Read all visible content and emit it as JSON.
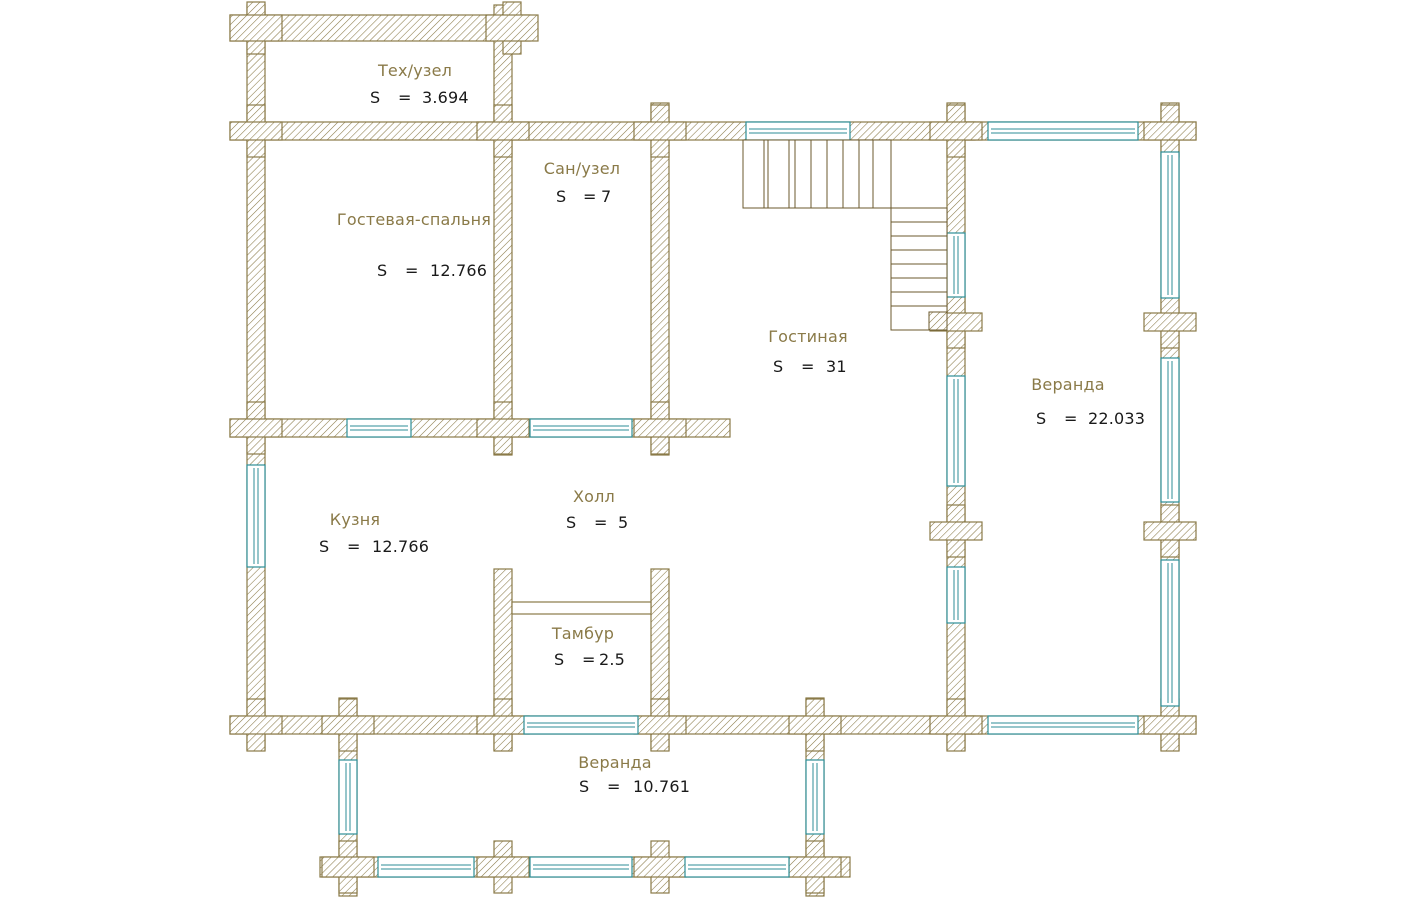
{
  "colors": {
    "wall_stroke": "#8a7a48",
    "wall_hatch": "#8a7a48",
    "wall_fill": "#ffffff",
    "window": "#2d8e97",
    "room_text": "#8a7a48",
    "area_text": "#1a1a1a",
    "stair": "#6b5a2c"
  },
  "area_prefix": "S",
  "area_equals": "=",
  "rooms": [
    {
      "key": "tech",
      "name": "Тех/узел",
      "area": "3.694"
    },
    {
      "key": "bath",
      "name": "Сан/узел",
      "area": "7"
    },
    {
      "key": "guest",
      "name": "Гостевая-спальня",
      "area": "12.766"
    },
    {
      "key": "living",
      "name": "Гостиная",
      "area": "31"
    },
    {
      "key": "veranda_right",
      "name": "Веранда",
      "area": "22.033"
    },
    {
      "key": "forge",
      "name": "Кузня",
      "area": "12.766"
    },
    {
      "key": "hall",
      "name": "Холл",
      "area": "5"
    },
    {
      "key": "tambour",
      "name": "Тамбур",
      "area": "2.5"
    },
    {
      "key": "veranda_bottom",
      "name": "Веранда",
      "area": "10.761"
    }
  ]
}
